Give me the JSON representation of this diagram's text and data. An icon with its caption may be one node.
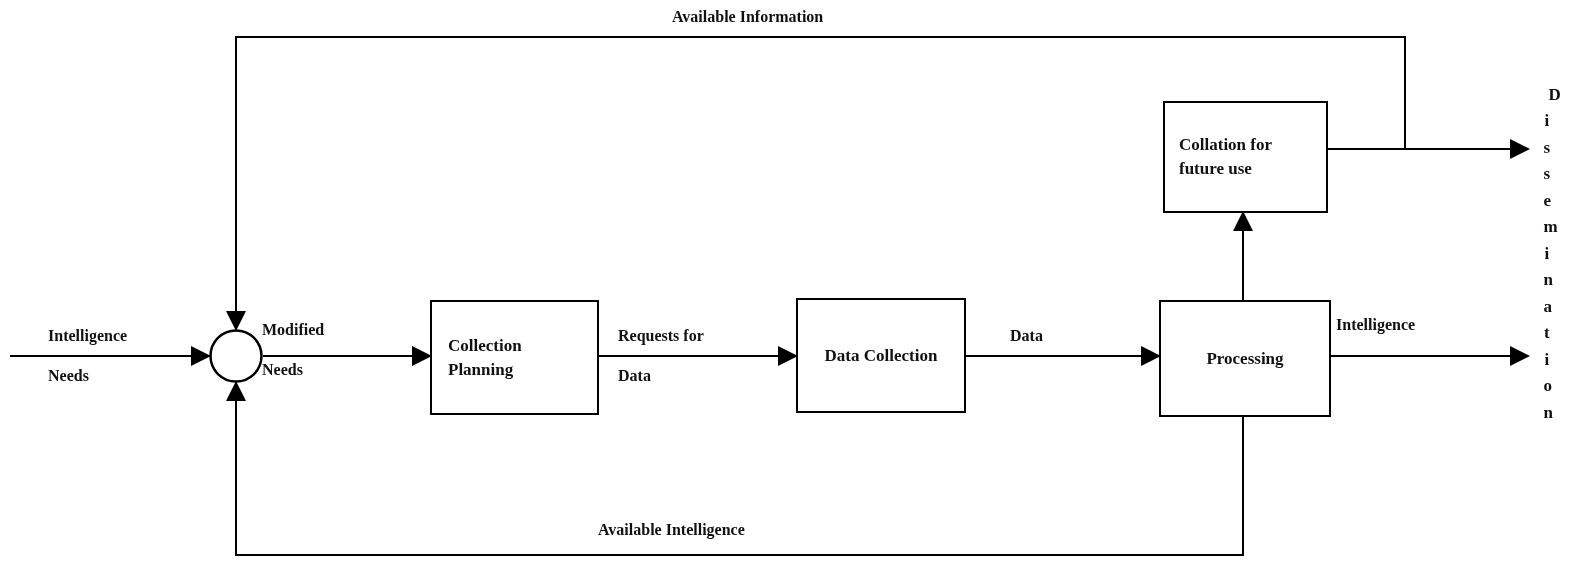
{
  "diagram": {
    "nodes": [
      {
        "text": [],
        "shape": "circle"
      },
      {
        "text": [
          "Collection Planning"
        ]
      },
      {
        "text": [
          "Data Collection"
        ]
      },
      {
        "text": [
          "Processing"
        ]
      },
      {
        "text": [
          "Collation for future use"
        ]
      },
      {
        "text": [
          "Dissemination"
        ]
      }
    ],
    "edges": [
      {
        "from": null,
        "to": 0,
        "arrow": "to",
        "label": "Intelligence Needs"
      },
      {
        "from": 0,
        "to": 1,
        "arrow": "to",
        "label": "Modified Needs"
      },
      {
        "from": 1,
        "to": 2,
        "arrow": "to",
        "label": "Requests for Data"
      },
      {
        "from": 2,
        "to": 3,
        "arrow": "to",
        "label": "Data"
      },
      {
        "from": 3,
        "to": 4,
        "arrow": "to"
      },
      {
        "from": 4,
        "to": 5,
        "arrow": "to"
      },
      {
        "from": 3,
        "to": 5,
        "arrow": "to",
        "label": "Intelligence"
      },
      {
        "from": 4,
        "to": 0,
        "arrow": "to",
        "label": "Available Information"
      },
      {
        "from": 3,
        "to": 0,
        "arrow": "to",
        "label": "Available Intelligence"
      }
    ]
  }
}
